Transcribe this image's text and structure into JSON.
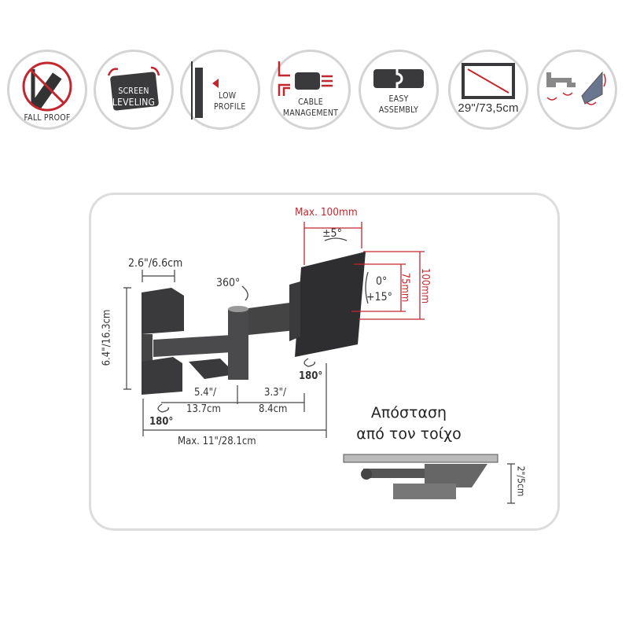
{
  "features": [
    {
      "icon": "fall-proof-icon",
      "label": "FALL PROOF"
    },
    {
      "icon": "screen-leveling-icon",
      "label_line1": "SCREEN",
      "label_line2": "LEVELING"
    },
    {
      "icon": "low-profile-icon",
      "label_line1": "LOW",
      "label_line2": "PROFILE"
    },
    {
      "icon": "cable-management-icon",
      "label_line1": "CABLE",
      "label_line2": "MANAGEMENT"
    },
    {
      "icon": "easy-assembly-icon",
      "label_line1": "EASY",
      "label_line2": "ASSEMBLY"
    },
    {
      "icon": "screen-size-icon",
      "label": "29\"/73,5cm"
    },
    {
      "icon": "full-motion-icon"
    }
  ],
  "diagram": {
    "max_vesa": "Max. 100mm",
    "swivel_top": "±5°",
    "tilt_0": "0°",
    "tilt_15": "+15°",
    "vesa_75": "75mm",
    "vesa_100": "100mm",
    "plate_width": "2.6\"/6.6cm",
    "rotate_360": "360°",
    "height": "6.4\"/16.3cm",
    "arm1_top": "5.4\"/",
    "arm1_bottom": "13.7cm",
    "arm2_top": "3.3\"/",
    "arm2_bottom": "8.4cm",
    "rotate_180_right": "180°",
    "rotate_180_left": "180°",
    "max_extension": "Max. 11\"/28.1cm",
    "wall_distance_line1": "Απόσταση",
    "wall_distance_line2": "από τον τοίχο",
    "wall_distance_value": "2\"/5cm"
  },
  "colors": {
    "accent": "#c4262e",
    "dark": "#3a3a3c",
    "border": "#d4d4d4"
  }
}
